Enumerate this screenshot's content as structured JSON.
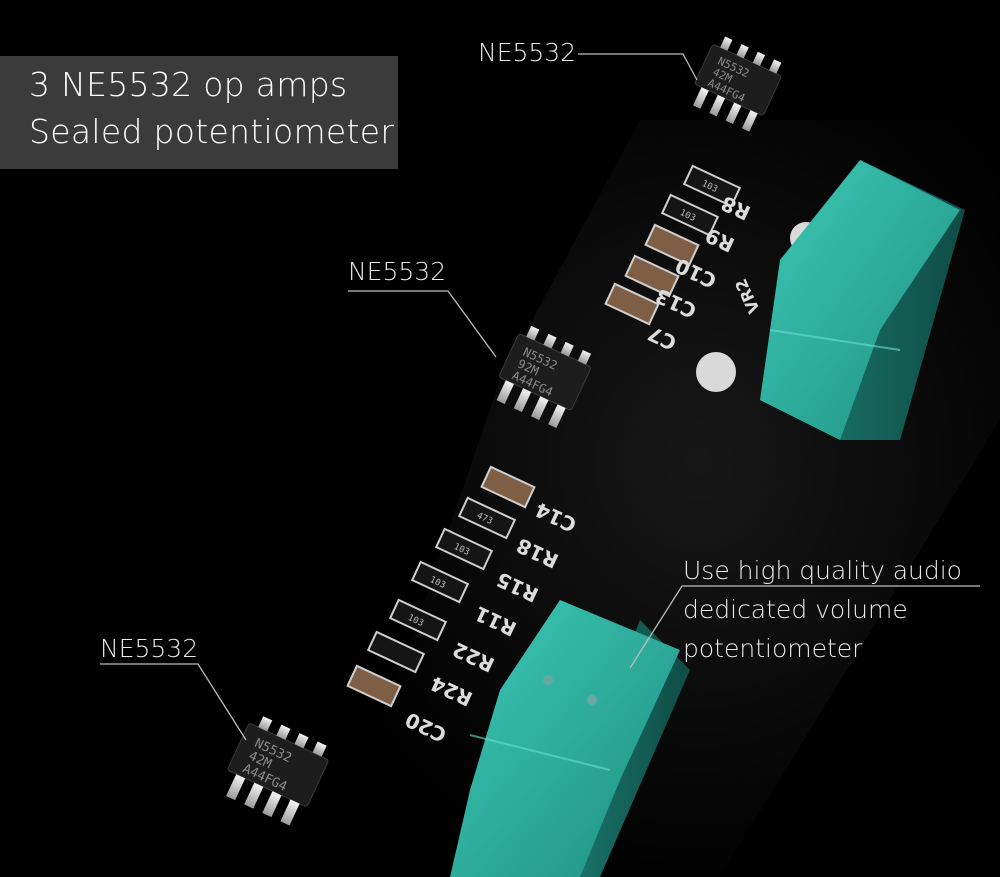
{
  "caption": {
    "line1": "3 NE5532 op amps",
    "line2": "Sealed potentiometer"
  },
  "callouts": {
    "top": "NE5532",
    "middle": "NE5532",
    "bottom": "NE5532"
  },
  "pot_note": {
    "line1": "Use high quality audio",
    "line2": "dedicated volume",
    "line3": "potentiometer"
  },
  "chips": {
    "top": [
      "N5532",
      "42M",
      "A44FG4"
    ],
    "middle": [
      "N5532",
      "92M",
      "A44FG4"
    ],
    "bottom": [
      "N5532",
      "42M",
      "A44FG4"
    ]
  },
  "silkscreen": [
    "R8",
    "R9",
    "C10",
    "C13",
    "C7",
    "VR2",
    "C14",
    "R18",
    "R15",
    "R11",
    "R22",
    "R24",
    "C20"
  ],
  "resistor_codes": [
    "103",
    "103",
    "473",
    "103",
    "103",
    "103"
  ],
  "colors": {
    "background": "#000000",
    "caption_box": "#3b3b3b",
    "pcb": "#0b0b0b",
    "potentiometer": "#2fb7a6",
    "ic_body": "#1b1b1b",
    "capacitor": "#8a6a50",
    "text": "#e9e9e9"
  }
}
